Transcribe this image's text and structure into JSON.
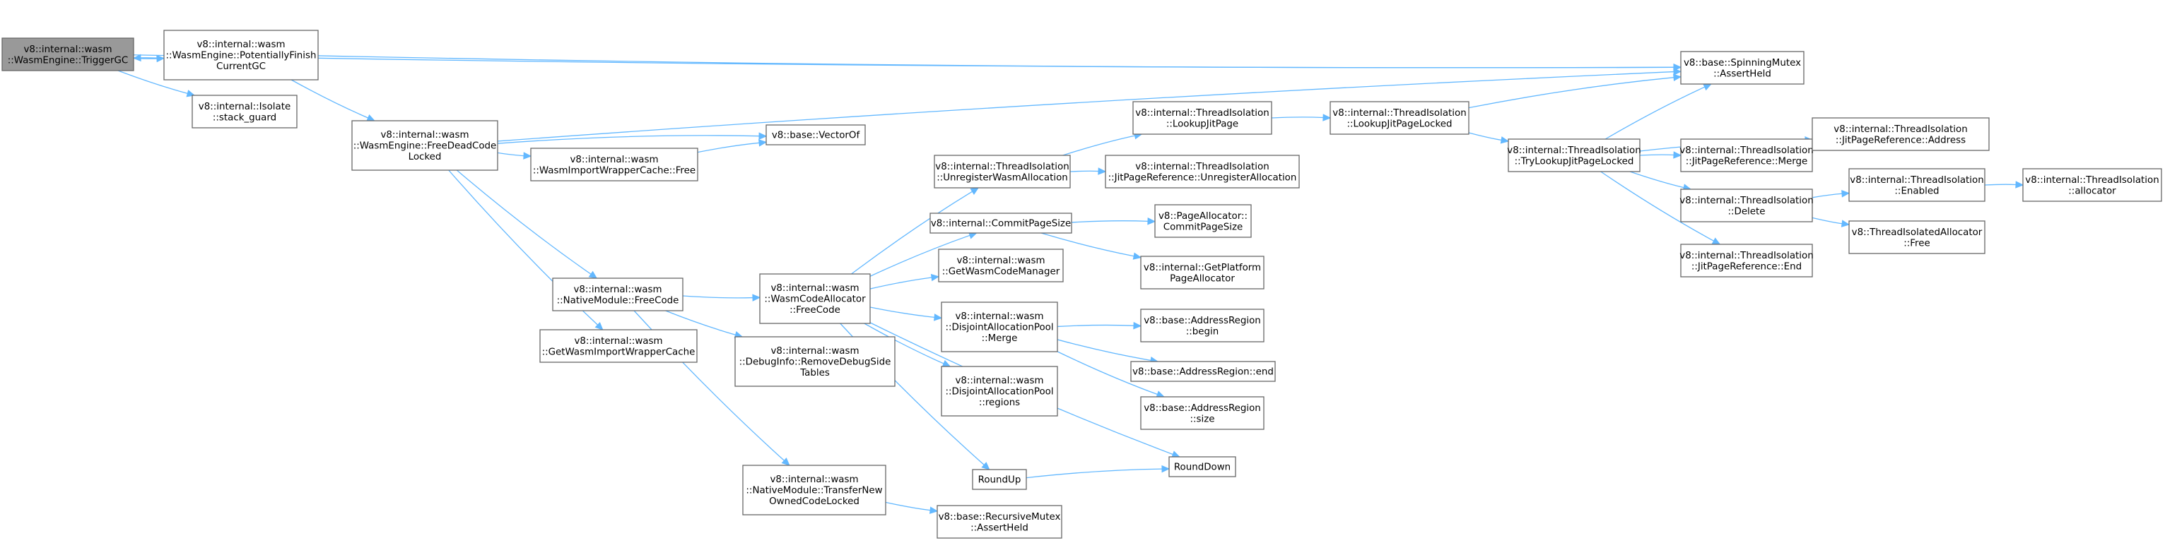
{
  "diagram": {
    "type": "call-graph",
    "colors": {
      "edge": "#63b8ff",
      "node_border": "#666666",
      "root_fill": "#999999",
      "node_fill": "#ffffff",
      "text": "#000000"
    },
    "nodes": [
      {
        "id": "trigger_gc",
        "lines": [
          "v8::internal::wasm",
          "::WasmEngine::TriggerGC"
        ],
        "root": true
      },
      {
        "id": "potentially_finish",
        "lines": [
          "v8::internal::wasm",
          "::WasmEngine::PotentiallyFinish",
          "CurrentGC"
        ]
      },
      {
        "id": "isolate_stack_guard",
        "lines": [
          "v8::internal::Isolate",
          "::stack_guard"
        ]
      },
      {
        "id": "free_dead_code",
        "lines": [
          "v8::internal::wasm",
          "::WasmEngine::FreeDeadCode",
          "Locked"
        ]
      },
      {
        "id": "wrapper_cache_free",
        "lines": [
          "v8::internal::wasm",
          "::WasmImportWrapperCache::Free"
        ]
      },
      {
        "id": "vector_of",
        "lines": [
          "v8::base::VectorOf"
        ]
      },
      {
        "id": "native_module_free_code",
        "lines": [
          "v8::internal::wasm",
          "::NativeModule::FreeCode"
        ]
      },
      {
        "id": "get_wrapper_cache",
        "lines": [
          "v8::internal::wasm",
          "::GetWasmImportWrapperCache"
        ]
      },
      {
        "id": "code_allocator_free_code",
        "lines": [
          "v8::internal::wasm",
          "::WasmCodeAllocator",
          "::FreeCode"
        ]
      },
      {
        "id": "remove_debug_side_tables",
        "lines": [
          "v8::internal::wasm",
          "::DebugInfo::RemoveDebugSide",
          "Tables"
        ]
      },
      {
        "id": "transfer_new_owned_code",
        "lines": [
          "v8::internal::wasm",
          "::NativeModule::TransferNew",
          "OwnedCodeLocked"
        ]
      },
      {
        "id": "unregister_wasm_allocation",
        "lines": [
          "v8::internal::ThreadIsolation",
          "::UnregisterWasmAllocation"
        ]
      },
      {
        "id": "commit_page_size",
        "lines": [
          "v8::internal::CommitPageSize"
        ]
      },
      {
        "id": "get_wasm_code_manager",
        "lines": [
          "v8::internal::wasm",
          "::GetWasmCodeManager"
        ]
      },
      {
        "id": "disjoint_pool_merge",
        "lines": [
          "v8::internal::wasm",
          "::DisjointAllocationPool",
          "::Merge"
        ]
      },
      {
        "id": "disjoint_pool_regions",
        "lines": [
          "v8::internal::wasm",
          "::DisjointAllocationPool",
          "::regions"
        ]
      },
      {
        "id": "round_up",
        "lines": [
          "RoundUp"
        ]
      },
      {
        "id": "recursive_mutex_assert",
        "lines": [
          "v8::base::RecursiveMutex",
          "::AssertHeld"
        ]
      },
      {
        "id": "lookup_jit_page",
        "lines": [
          "v8::internal::ThreadIsolation",
          "::LookupJitPage"
        ]
      },
      {
        "id": "jit_page_ref_unregister",
        "lines": [
          "v8::internal::ThreadIsolation",
          "::JitPageReference::UnregisterAllocation"
        ]
      },
      {
        "id": "page_allocator_commit",
        "lines": [
          "v8::PageAllocator::",
          "CommitPageSize"
        ]
      },
      {
        "id": "get_platform_page_allocator",
        "lines": [
          "v8::internal::GetPlatform",
          "PageAllocator"
        ]
      },
      {
        "id": "address_region_begin",
        "lines": [
          "v8::base::AddressRegion",
          "::begin"
        ]
      },
      {
        "id": "address_region_end",
        "lines": [
          "v8::base::AddressRegion::end"
        ]
      },
      {
        "id": "address_region_size",
        "lines": [
          "v8::base::AddressRegion",
          "::size"
        ]
      },
      {
        "id": "round_down",
        "lines": [
          "RoundDown"
        ]
      },
      {
        "id": "lookup_jit_page_locked",
        "lines": [
          "v8::internal::ThreadIsolation",
          "::LookupJitPageLocked"
        ]
      },
      {
        "id": "try_lookup_jit_page_locked",
        "lines": [
          "v8::internal::ThreadIsolation",
          "::TryLookupJitPageLocked"
        ]
      },
      {
        "id": "spinning_mutex_assert",
        "lines": [
          "v8::base::SpinningMutex",
          "::AssertHeld"
        ]
      },
      {
        "id": "jit_page_ref_merge",
        "lines": [
          "v8::internal::ThreadIsolation",
          "::JitPageReference::Merge"
        ]
      },
      {
        "id": "thread_isolation_delete",
        "lines": [
          "v8::internal::ThreadIsolation",
          "::Delete"
        ]
      },
      {
        "id": "jit_page_ref_end",
        "lines": [
          "v8::internal::ThreadIsolation",
          "::JitPageReference::End"
        ]
      },
      {
        "id": "jit_page_ref_address",
        "lines": [
          "v8::internal::ThreadIsolation",
          "::JitPageReference::Address"
        ]
      },
      {
        "id": "thread_isolation_enabled",
        "lines": [
          "v8::internal::ThreadIsolation",
          "::Enabled"
        ]
      },
      {
        "id": "thread_isolated_allocator_free",
        "lines": [
          "v8::ThreadIsolatedAllocator",
          "::Free"
        ]
      },
      {
        "id": "thread_isolation_allocator",
        "lines": [
          "v8::internal::ThreadIsolation",
          "::allocator"
        ]
      }
    ],
    "edges": [
      [
        "trigger_gc",
        "potentially_finish"
      ],
      [
        "potentially_finish",
        "trigger_gc"
      ],
      [
        "trigger_gc",
        "isolate_stack_guard"
      ],
      [
        "trigger_gc",
        "spinning_mutex_assert"
      ],
      [
        "potentially_finish",
        "free_dead_code"
      ],
      [
        "potentially_finish",
        "spinning_mutex_assert"
      ],
      [
        "free_dead_code",
        "spinning_mutex_assert"
      ],
      [
        "free_dead_code",
        "vector_of"
      ],
      [
        "free_dead_code",
        "wrapper_cache_free"
      ],
      [
        "free_dead_code",
        "native_module_free_code"
      ],
      [
        "free_dead_code",
        "get_wrapper_cache"
      ],
      [
        "wrapper_cache_free",
        "vector_of"
      ],
      [
        "native_module_free_code",
        "code_allocator_free_code"
      ],
      [
        "native_module_free_code",
        "remove_debug_side_tables"
      ],
      [
        "native_module_free_code",
        "transfer_new_owned_code"
      ],
      [
        "code_allocator_free_code",
        "unregister_wasm_allocation"
      ],
      [
        "code_allocator_free_code",
        "commit_page_size"
      ],
      [
        "code_allocator_free_code",
        "get_wasm_code_manager"
      ],
      [
        "code_allocator_free_code",
        "disjoint_pool_merge"
      ],
      [
        "code_allocator_free_code",
        "disjoint_pool_regions"
      ],
      [
        "code_allocator_free_code",
        "round_up"
      ],
      [
        "code_allocator_free_code",
        "round_down"
      ],
      [
        "transfer_new_owned_code",
        "recursive_mutex_assert"
      ],
      [
        "unregister_wasm_allocation",
        "lookup_jit_page"
      ],
      [
        "unregister_wasm_allocation",
        "jit_page_ref_unregister"
      ],
      [
        "commit_page_size",
        "page_allocator_commit"
      ],
      [
        "commit_page_size",
        "get_platform_page_allocator"
      ],
      [
        "disjoint_pool_merge",
        "address_region_begin"
      ],
      [
        "disjoint_pool_merge",
        "address_region_end"
      ],
      [
        "disjoint_pool_merge",
        "address_region_size"
      ],
      [
        "round_up",
        "round_down"
      ],
      [
        "lookup_jit_page",
        "lookup_jit_page_locked"
      ],
      [
        "lookup_jit_page_locked",
        "spinning_mutex_assert"
      ],
      [
        "lookup_jit_page_locked",
        "try_lookup_jit_page_locked"
      ],
      [
        "try_lookup_jit_page_locked",
        "spinning_mutex_assert"
      ],
      [
        "try_lookup_jit_page_locked",
        "jit_page_ref_address"
      ],
      [
        "try_lookup_jit_page_locked",
        "jit_page_ref_merge"
      ],
      [
        "try_lookup_jit_page_locked",
        "thread_isolation_delete"
      ],
      [
        "try_lookup_jit_page_locked",
        "jit_page_ref_end"
      ],
      [
        "jit_page_ref_merge",
        "jit_page_ref_address"
      ],
      [
        "thread_isolation_delete",
        "thread_isolation_enabled"
      ],
      [
        "thread_isolation_delete",
        "thread_isolated_allocator_free"
      ],
      [
        "thread_isolation_enabled",
        "thread_isolation_allocator"
      ]
    ]
  }
}
